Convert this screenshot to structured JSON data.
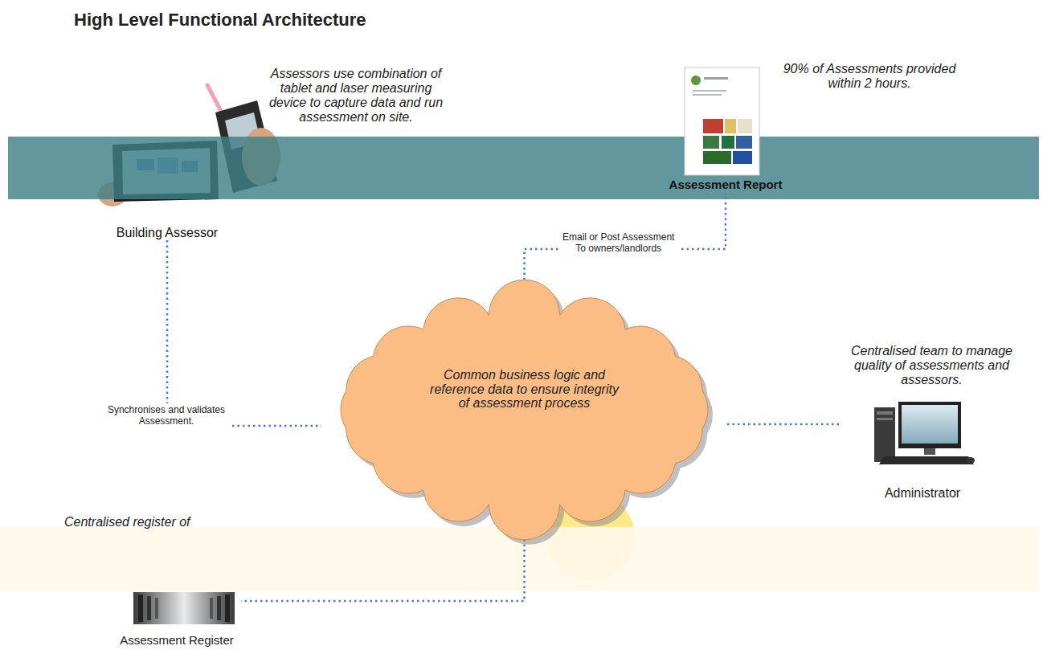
{
  "diagram": {
    "title": "High Level Functional Architecture",
    "nodes": [
      {
        "text": [
          "Building Assessor"
        ]
      },
      {
        "text": [
          "Assessment Report"
        ]
      },
      {
        "text": [
          "Common business logic and reference data to ensure integrity of assessment process"
        ]
      },
      {
        "text": [
          "Administrator"
        ]
      },
      {
        "text": [
          "Assessment Register"
        ]
      }
    ],
    "edges": [
      {
        "from": 0,
        "to": 2,
        "label": "Synchronises and validates Assessment.",
        "arrow": "none"
      },
      {
        "from": 2,
        "to": 1,
        "label": "Email or Post Assessment To owners/landlords",
        "arrow": "none"
      },
      {
        "from": 2,
        "to": 3,
        "arrow": "none"
      },
      {
        "from": 2,
        "to": 4,
        "arrow": "none"
      }
    ],
    "labels": [
      "Assessors use combination of tablet and laser measuring device to capture data and run assessment on site.",
      "90% of Assessments provided within 2 hours.",
      "Centralised team to manage quality of assessments and assessors.",
      "Centralised register of"
    ]
  }
}
